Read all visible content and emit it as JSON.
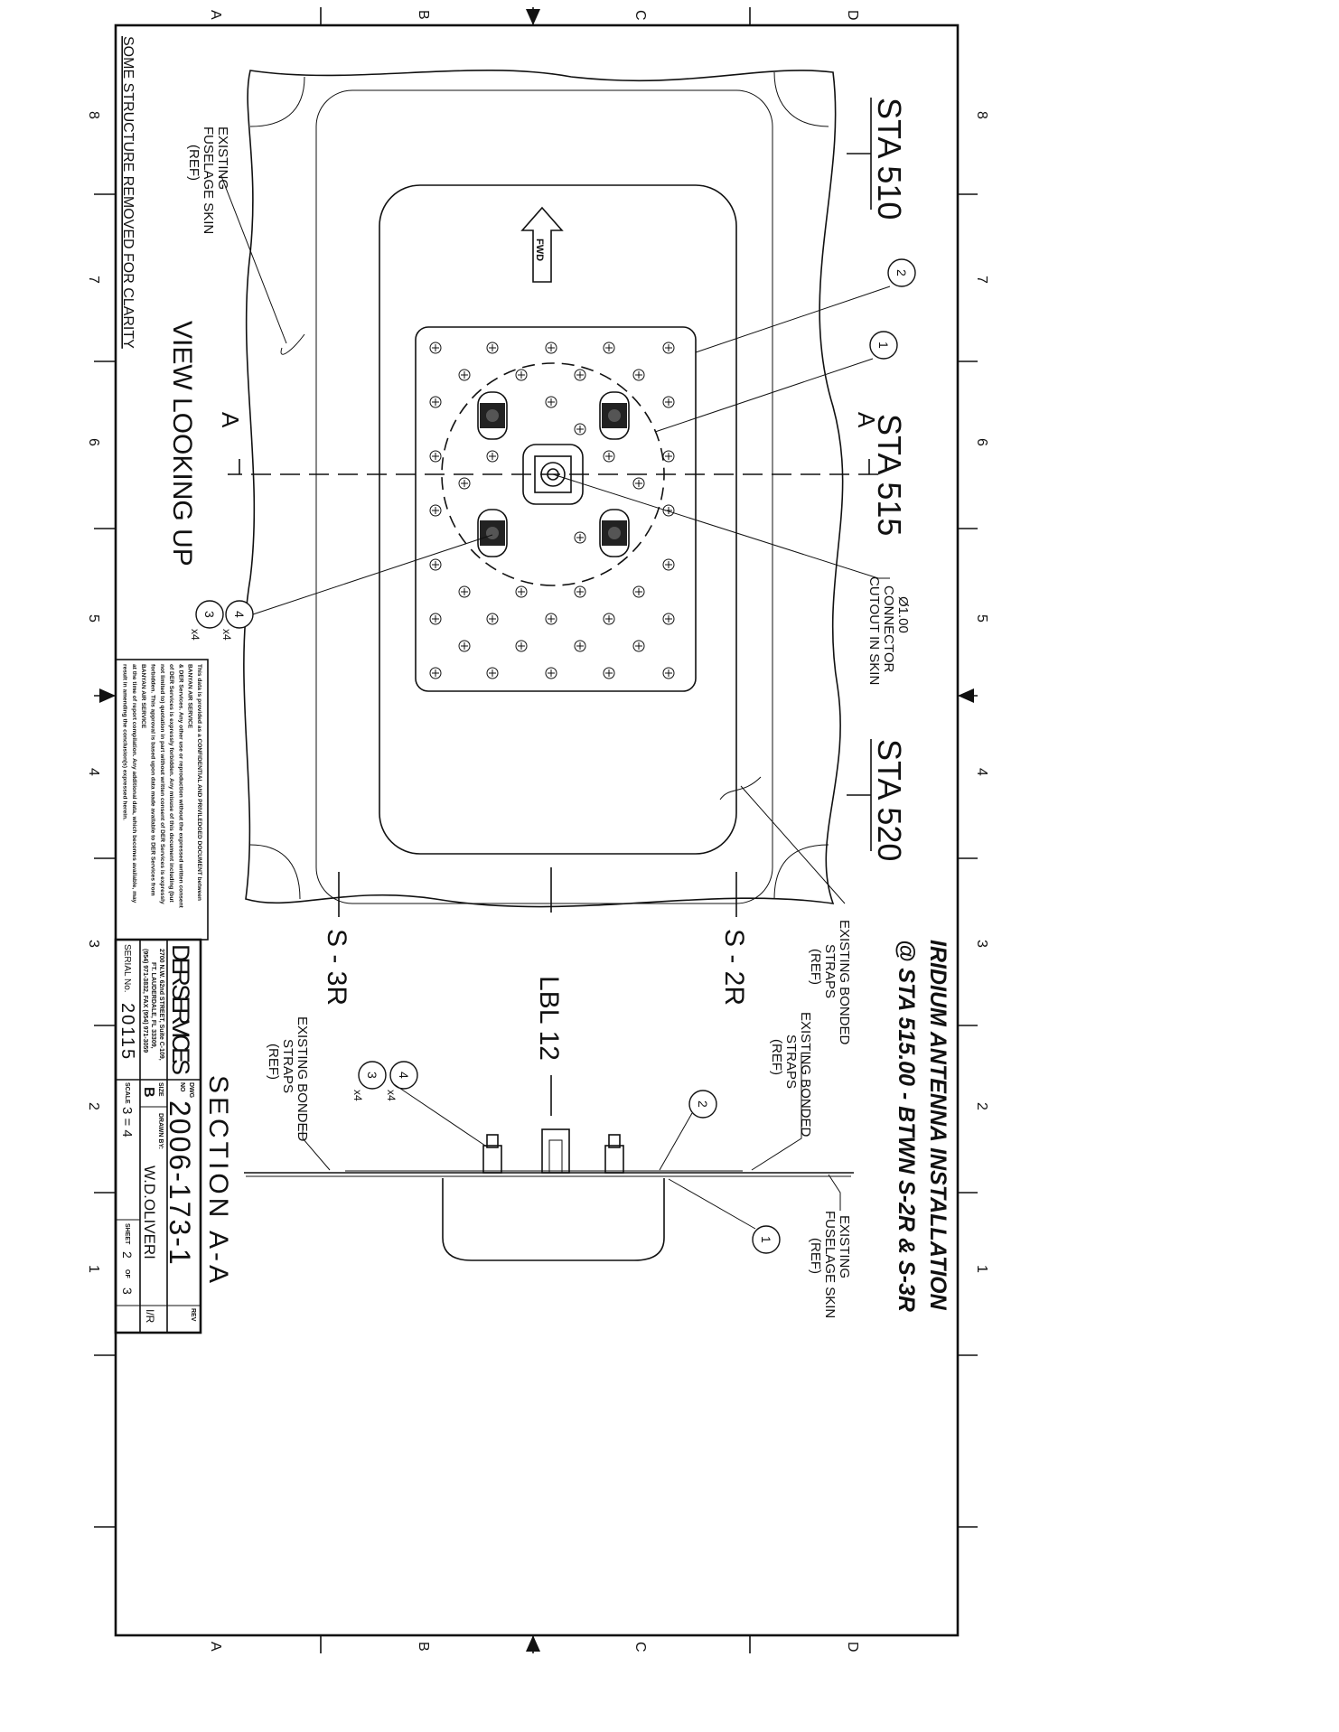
{
  "title": {
    "line1": "IRIDIUM ANTENNA INSTALLATION",
    "line2": "@ STA 515.00 - BTWN S-2R & S-3R"
  },
  "stations": [
    "STA 510",
    "STA 515",
    "STA 520"
  ],
  "stringers": {
    "s2r": "S - 2R",
    "s3r": "S - 3R",
    "lbl": "LBL 12"
  },
  "view_label": "VIEW LOOKING UP",
  "section_label": "SECTION A-A",
  "section_marker": "A",
  "fwd_label": "FWD",
  "note_clarity": "SOME STRUCTURE REMOVED FOR CLARITY",
  "notes": {
    "fuselage_skin": [
      "EXISTING",
      "FUSELAGE SKIN",
      "(REF)"
    ],
    "connector_cutout": [
      "Ø1.00",
      "CONNECTOR",
      "CUTOUT IN SKIN"
    ],
    "bonded_straps": [
      "EXISTING BONDED",
      "STRAPS",
      "(REF)"
    ]
  },
  "balloons": {
    "b1": "1",
    "b2": "2",
    "b3": "3",
    "b4": "4",
    "qty": "x4"
  },
  "border": {
    "letters": [
      "A",
      "B",
      "C",
      "D"
    ],
    "numbers": [
      "8",
      "7",
      "6",
      "5",
      "4",
      "3",
      "2",
      "1"
    ]
  },
  "confidential_lines": [
    "This data is provided as a CONFIDENTIAL AND PRIVILEDGED DOCUMENT between",
    "BANYAN AIR SERVICE",
    "& DER Services. Any other use or reproduction without the expressed written consent",
    "of DER Services is expressly forbidden. Any misuse of this document including (but",
    "not limited to) quotation in part without written consent of DER Services is expressly",
    "forbidden. This approval is based upon data made available to DER Services from",
    "BANYAN AIR SERVICE",
    "at the time of report compilation. Any additional data, which becomes available, may",
    "result in amending the conclusion(s) expressed herein."
  ],
  "title_block": {
    "company": "DER SERVICES",
    "address1": "2700 N.W. 62nd STREET, Suite C-109,",
    "address2": "FT. LAUDERDALE, FL 33309,",
    "address3": "(954) 971-3832, FAX (954) 971-3059",
    "serial_label": "SERIAL No.",
    "serial": "20115",
    "dwg_label1": "DWG",
    "dwg_label2": "NO",
    "dwg_no": "2006-173-1",
    "size_label": "SIZE",
    "size": "B",
    "drawn_label": "DRAWN BY:",
    "drawn_by": "W.D.OLIVERI",
    "rev_label": "REV",
    "rev": "I/R",
    "scale_label": "SCALE",
    "scale": "3 = 4",
    "sheet_label": "SHEET",
    "sheet": "2",
    "of_label": "OF",
    "sheet_total": "3"
  }
}
